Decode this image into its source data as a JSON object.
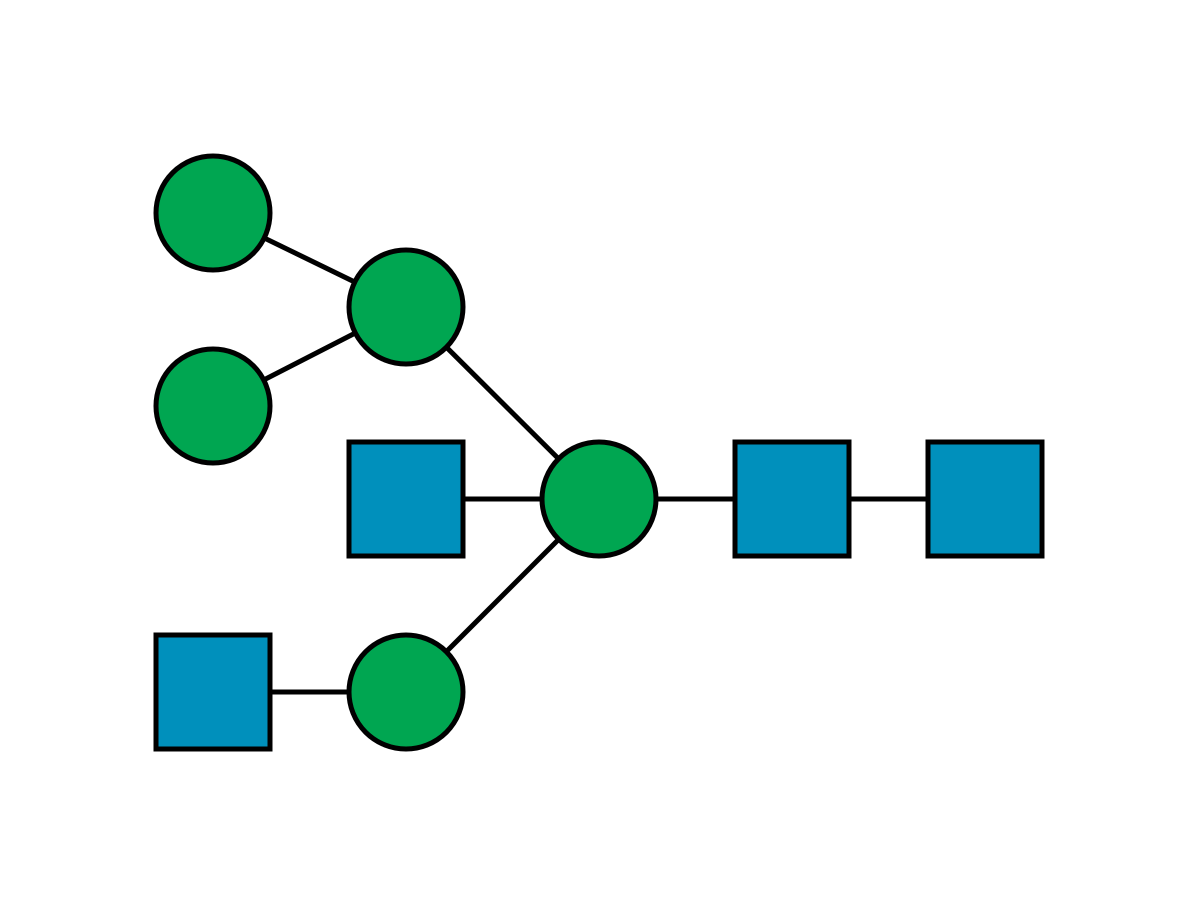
{
  "colors": {
    "background": "#ffffff",
    "circle_fill": "#00a651",
    "square_fill": "#0090bc",
    "outline": "#000000"
  },
  "nodes": [
    {
      "id": "n1",
      "shape": "circle",
      "icon": "green-circle"
    },
    {
      "id": "n2",
      "shape": "circle",
      "icon": "green-circle"
    },
    {
      "id": "n3",
      "shape": "circle",
      "icon": "green-circle"
    },
    {
      "id": "n4",
      "shape": "square",
      "icon": "blue-square"
    },
    {
      "id": "n5",
      "shape": "circle",
      "icon": "green-circle"
    },
    {
      "id": "n6",
      "shape": "square",
      "icon": "blue-square"
    },
    {
      "id": "n7",
      "shape": "square",
      "icon": "blue-square"
    },
    {
      "id": "n8",
      "shape": "square",
      "icon": "blue-square"
    },
    {
      "id": "n9",
      "shape": "circle",
      "icon": "green-circle"
    }
  ],
  "edges": [
    [
      "n1",
      "n3"
    ],
    [
      "n2",
      "n3"
    ],
    [
      "n3",
      "n5"
    ],
    [
      "n4",
      "n5"
    ],
    [
      "n5",
      "n6"
    ],
    [
      "n6",
      "n7"
    ],
    [
      "n9",
      "n5"
    ],
    [
      "n8",
      "n9"
    ]
  ]
}
